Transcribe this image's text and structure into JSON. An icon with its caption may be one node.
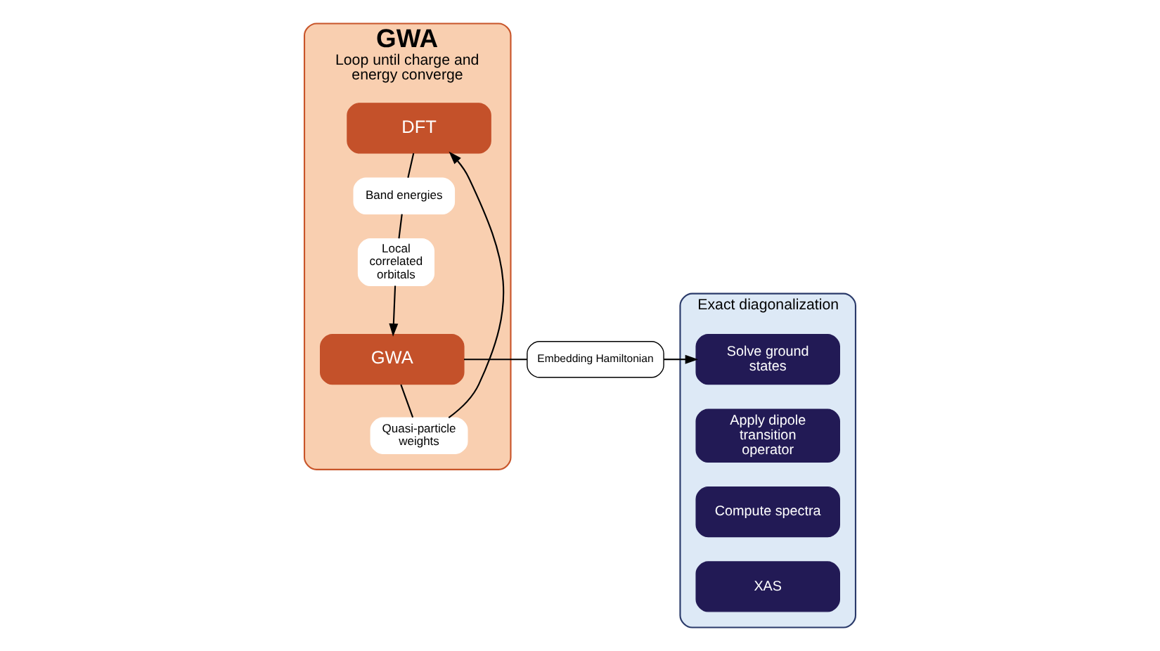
{
  "diagram": {
    "nodes": [
      {
        "text": [
          "GWA",
          "Loop until charge and energy converge"
        ]
      },
      {
        "text": [
          "DFT"
        ],
        "in": 0
      },
      {
        "text": [
          "Band energies"
        ],
        "in": 0
      },
      {
        "text": [
          "Local correlated orbitals"
        ],
        "in": 0
      },
      {
        "text": [
          "Quasi-particle weights"
        ],
        "in": 0
      },
      {
        "text": [
          "GWA"
        ],
        "in": 0
      },
      {
        "text": [
          "Embedding Hamiltonian"
        ]
      },
      {
        "text": [
          "Exact diagonalization"
        ]
      },
      {
        "text": [
          "Solve ground states"
        ],
        "in": 7
      },
      {
        "text": [
          "Apply dipole transition operator"
        ],
        "in": 7
      },
      {
        "text": [
          "Compute spectra"
        ],
        "in": 7
      },
      {
        "text": [
          "XAS"
        ],
        "in": 7
      }
    ],
    "edges": [
      {
        "from": 1,
        "to": 2,
        "arrow": "none"
      },
      {
        "from": 2,
        "to": 3,
        "arrow": "none"
      },
      {
        "from": 3,
        "to": 5,
        "arrow": "to"
      },
      {
        "from": 5,
        "to": 4,
        "arrow": "none"
      },
      {
        "from": 4,
        "to": 1,
        "arrow": "to"
      },
      {
        "from": 5,
        "to": 6,
        "arrow": "none"
      },
      {
        "from": 6,
        "to": 8,
        "arrow": "to"
      }
    ]
  }
}
